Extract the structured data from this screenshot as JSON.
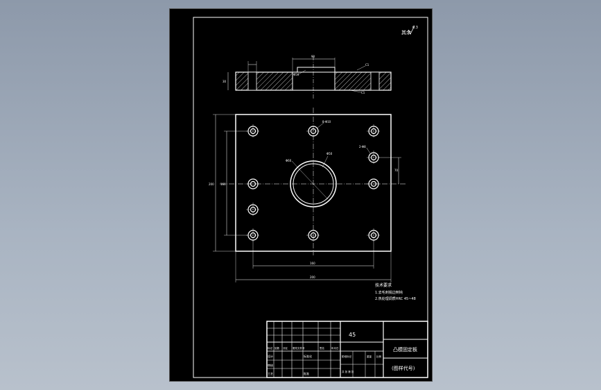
{
  "roughness_note": "其余",
  "roughness_value": "6.3",
  "section_dims": {
    "total_height": "30",
    "boss_width": "90",
    "bore": "Φ50",
    "chamfer_top": "C1",
    "chamfer_bottom": "C1"
  },
  "plan_dims": {
    "overall_width": "200",
    "overall_height": "200",
    "hole_span_x": "160",
    "hole_span_y": "160",
    "offset_right": "70",
    "hole_count_label": "8-Φ10",
    "pin_hole_label": "2-Φ8",
    "center_bore_label": "Φ50",
    "bore_marker": "Φ60"
  },
  "tech_notes": {
    "heading": "技术要求",
    "line1": "1.去毛刺锐边倒钝",
    "line2": "2.热处理调质HRC 45~48"
  },
  "title_block": {
    "material": "45",
    "part_name": "凸模固定板",
    "school": "(图样代号)",
    "row_labels": [
      "标记",
      "处数",
      "分区",
      "更改文件号",
      "签名",
      "年月日"
    ],
    "designer_label": "设计",
    "checker_label": "审核",
    "process_label": "工艺",
    "standard_label": "标准化",
    "approve_label": "批准",
    "stage_label": "阶段标记",
    "weight_label": "重量",
    "scale_label": "比例",
    "sheet_label": "共 张 第 张"
  },
  "colors": {
    "background": "#000000",
    "lines": "#ffffff",
    "desktop": "#9aa6b6"
  }
}
